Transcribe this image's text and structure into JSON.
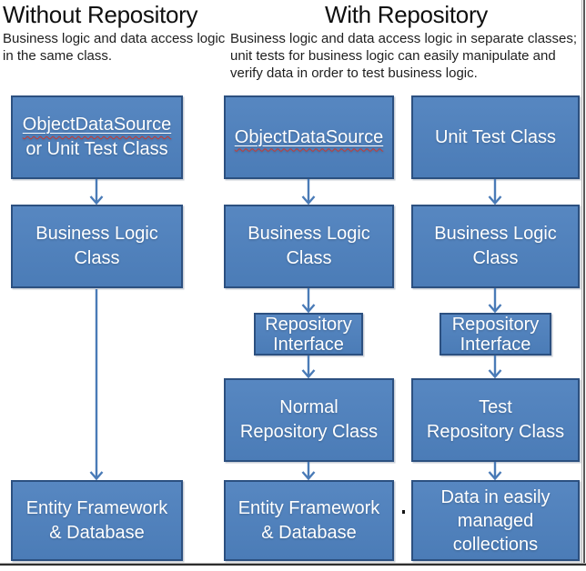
{
  "sections": {
    "without": {
      "title": "Without Repository",
      "subtitle": "Business logic and data access logic\nin the same class."
    },
    "with": {
      "title": "With Repository",
      "subtitle": "Business logic and data access logic in separate classes;\nunit tests for business logic can easily manipulate and\nverify data in order to test business logic."
    }
  },
  "diagram": {
    "left_column": {
      "datasource_box": {
        "underlined_text": "ObjectDataSource",
        "plain_text": "or Unit Test Class"
      },
      "business_box": "Business Logic\nClass",
      "bottom_box": "Entity Framework\n& Database"
    },
    "middle_column": {
      "datasource_box": {
        "underlined_text": "ObjectDataSource"
      },
      "business_box": "Business Logic\nClass",
      "interface_box": "Repository\nInterface",
      "repository_box": "Normal\nRepository Class",
      "bottom_box": "Entity Framework\n& Database"
    },
    "right_column": {
      "top_box": "Unit Test Class",
      "business_box": "Business Logic\nClass",
      "interface_box": "Repository\nInterface",
      "repository_box": "Test\nRepository Class",
      "bottom_box": "Data in easily\nmanaged\ncollections"
    }
  },
  "colors": {
    "box_fill": "#4f81bd",
    "box_border": "#2c5080",
    "arrow": "#4a7bb7",
    "spellcheck_underline": "#ce372b",
    "title_text": "#0f0f0f",
    "box_text": "#ffffff"
  }
}
